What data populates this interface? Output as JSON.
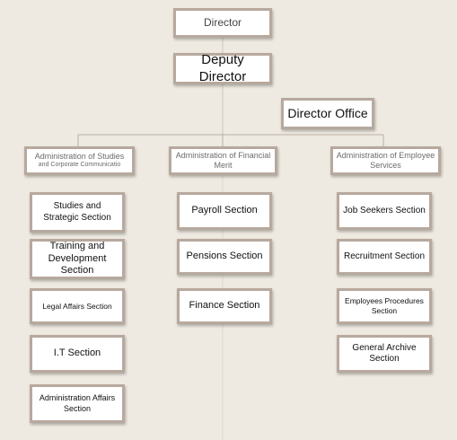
{
  "director": "Director",
  "deputy_director": "Deputy Director",
  "director_office": "Director Office",
  "departments": [
    {
      "title": "Administration of Studies",
      "subtitle": "and Corporate Communicatio",
      "sections": [
        "Studies and Strategic Section",
        "Training and Development Section",
        "Legal Affairs Section",
        "I.T Section",
        "Administration Affairs Section"
      ]
    },
    {
      "title": "Administration of Financial Merit",
      "sections": [
        "Payroll Section",
        "Pensions Section",
        "Finance Section"
      ]
    },
    {
      "title": "Administration of Employee Services",
      "sections": [
        "Job Seekers Section",
        "Recruitment Section",
        "Employees Procedures Section",
        "General Archive Section"
      ]
    }
  ]
}
